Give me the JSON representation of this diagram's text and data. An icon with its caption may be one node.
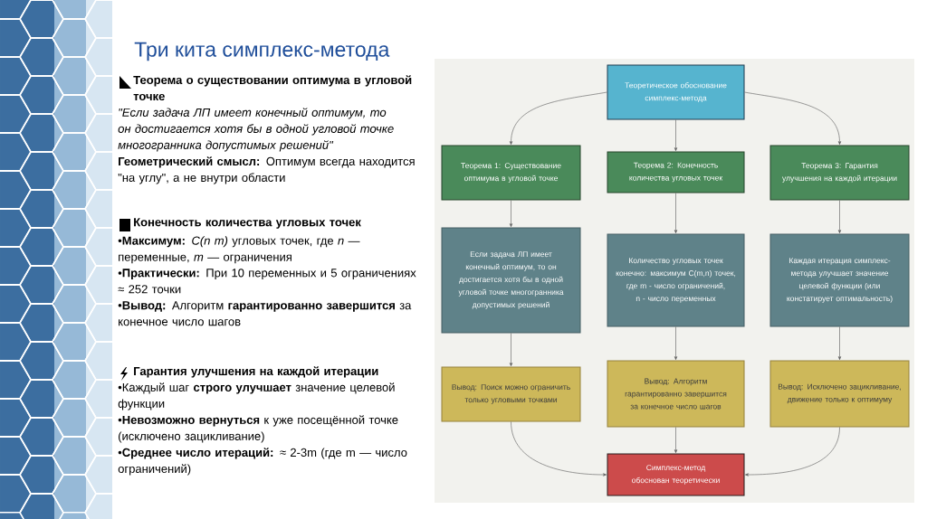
{
  "diagram": {
    "title": "Три кита симплекс-метода",
    "nodes": [
      {
        "text": [
          "Теоретическое обоснование симплекс-метода"
        ]
      },
      {
        "text": [
          "Теорема 1: Существование оптимума в угловой точке"
        ]
      },
      {
        "text": [
          "Теорема 2: Конечность количества угловых точек"
        ]
      },
      {
        "text": [
          "Теорема 3: Гарантия улучшения на каждой итерации"
        ]
      },
      {
        "text": [
          "Если задача ЛП имеет конечный оптимум, то он достигается хотя бы в одной угловой точке многогранника допустимых решений"
        ]
      },
      {
        "text": [
          "Количество угловых точек конечно: максимум C(m,n) точек, где m - число ограничений, n - число переменных"
        ]
      },
      {
        "text": [
          "Каждая итерация симплекс-метода улучшает значение целевой функции (или констатирует оптимальность)"
        ]
      },
      {
        "text": [
          "Вывод: Поиск можно ограничить только угловыми точками"
        ]
      },
      {
        "text": [
          "Вывод: Алгоритм гарантированно завершится за конечное число шагов"
        ]
      },
      {
        "text": [
          "Вывод: Исключено зацикливание, движение только к оптимуму"
        ]
      },
      {
        "text": [
          "Симплекс-метод обоснован теоретически"
        ]
      }
    ],
    "edges": [
      {
        "from": 0,
        "to": 1,
        "arrow": "to"
      },
      {
        "from": 0,
        "to": 2,
        "arrow": "to"
      },
      {
        "from": 0,
        "to": 3,
        "arrow": "to"
      },
      {
        "from": 1,
        "to": 4,
        "arrow": "to"
      },
      {
        "from": 2,
        "to": 5,
        "arrow": "to"
      },
      {
        "from": 3,
        "to": 6,
        "arrow": "to"
      },
      {
        "from": 4,
        "to": 7,
        "arrow": "to"
      },
      {
        "from": 5,
        "to": 8,
        "arrow": "to"
      },
      {
        "from": 6,
        "to": 9,
        "arrow": "to"
      },
      {
        "from": 7,
        "to": 10,
        "arrow": "to"
      },
      {
        "from": 8,
        "to": 10,
        "arrow": "to"
      },
      {
        "from": 9,
        "to": 10,
        "arrow": "to"
      }
    ],
    "labels": [
      "Теорема о существовании оптимума в угловой точке",
      "\"Если задача ЛП имеет конечный оптимум, то он достигается хотя бы в одной угловой точке многогранника допустимых решений\"",
      "**Геометрический смысл:** Оптимум всегда находится \"на углу\", а не внутри области",
      "Конечность количества угловых точек",
      "•**Максимум:** *C(n m)* угловых точек, где *n* — переменные, *m* — ограничения",
      "•**Практически:** При 10 переменных и 5 ограничениях ≈ 252 точки",
      "•**Вывод:** Алгоритм **гарантированно завершится** за конечное число шагов",
      "Гарантия улучшения на каждой итерации",
      "•Каждый шаг **строго улучшает** значение целевой функции",
      "•**Невозможно вернуться** к уже посещённой точке (исключено зацикливание)",
      "•**Среднее число итераций:** ≈ 2-3m (где m — число ограничений)"
    ]
  }
}
